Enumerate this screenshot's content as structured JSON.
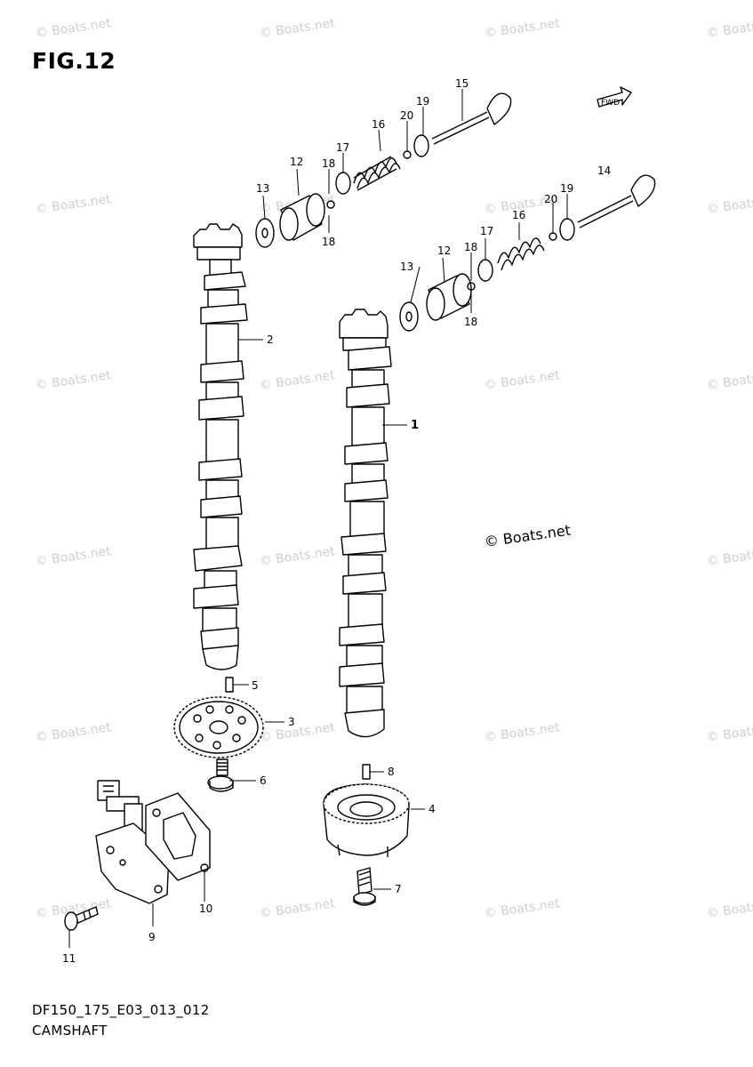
{
  "figure": {
    "title": "FIG.12",
    "drawing_code": "DF150_175_E03_013_012",
    "section_name": "CAMSHAFT",
    "copyright": "© Boats.net",
    "watermark": "© Boats.net",
    "fwd_label": "FWD"
  },
  "callouts": [
    {
      "id": "c1",
      "label": "1"
    },
    {
      "id": "c2",
      "label": "2"
    },
    {
      "id": "c3",
      "label": "3"
    },
    {
      "id": "c4",
      "label": "4"
    },
    {
      "id": "c5",
      "label": "5"
    },
    {
      "id": "c6",
      "label": "6"
    },
    {
      "id": "c7",
      "label": "7"
    },
    {
      "id": "c8",
      "label": "8"
    },
    {
      "id": "c9",
      "label": "9"
    },
    {
      "id": "c10",
      "label": "10"
    },
    {
      "id": "c11",
      "label": "11"
    },
    {
      "id": "c12a",
      "label": "12"
    },
    {
      "id": "c12b",
      "label": "12"
    },
    {
      "id": "c13a",
      "label": "13"
    },
    {
      "id": "c13b",
      "label": "13"
    },
    {
      "id": "c14",
      "label": "14"
    },
    {
      "id": "c15",
      "label": "15"
    },
    {
      "id": "c16a",
      "label": "16"
    },
    {
      "id": "c16b",
      "label": "16"
    },
    {
      "id": "c17a",
      "label": "17"
    },
    {
      "id": "c17b",
      "label": "17"
    },
    {
      "id": "c18a",
      "label": "18"
    },
    {
      "id": "c18b",
      "label": "18"
    },
    {
      "id": "c18c",
      "label": "18"
    },
    {
      "id": "c18d",
      "label": "18"
    },
    {
      "id": "c19a",
      "label": "19"
    },
    {
      "id": "c19b",
      "label": "19"
    },
    {
      "id": "c20a",
      "label": "20"
    },
    {
      "id": "c20b",
      "label": "20"
    }
  ]
}
